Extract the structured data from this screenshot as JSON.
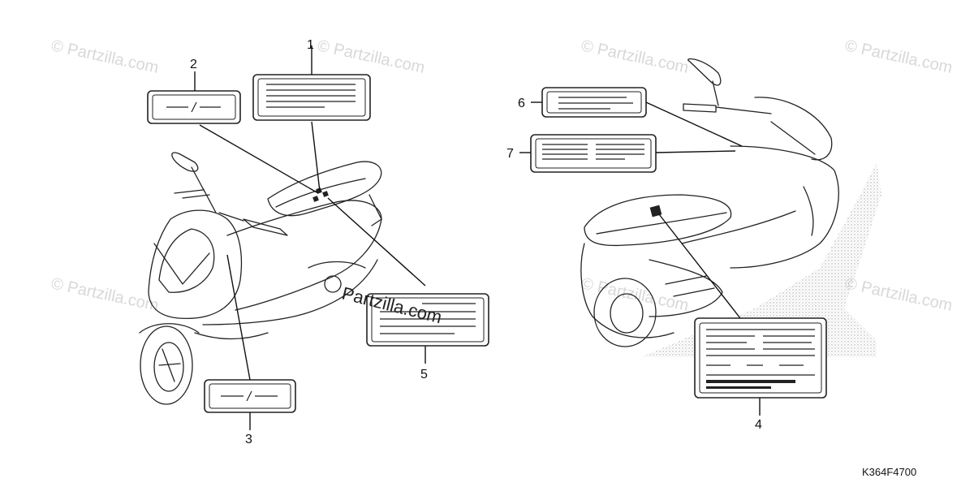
{
  "watermark": {
    "text": "© Partzilla.com",
    "overlay_text": "Partzilla.com"
  },
  "callouts": [
    "1",
    "2",
    "3",
    "4",
    "5",
    "6",
    "7"
  ],
  "diagram_code": "K364F4700"
}
